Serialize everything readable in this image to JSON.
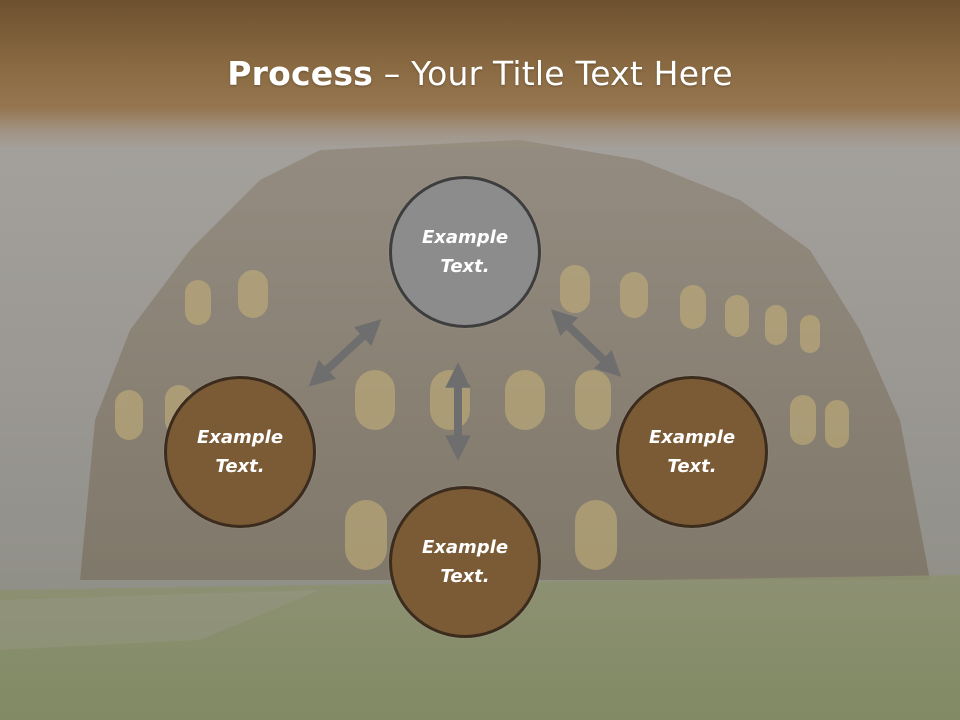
{
  "title": {
    "bold": "Process",
    "rest": " – Your Title Text Here"
  },
  "nodes": {
    "top": "Example\nText.",
    "left": "Example\nText.",
    "right": "Example\nText.",
    "bottom": "Example\nText."
  },
  "colors": {
    "title_band": "#8a6a42",
    "node_brown": "#7b5a36",
    "node_grey": "#8c8c8c",
    "node_border": "#3b2c1e",
    "arrow": "#6e6e6e"
  }
}
